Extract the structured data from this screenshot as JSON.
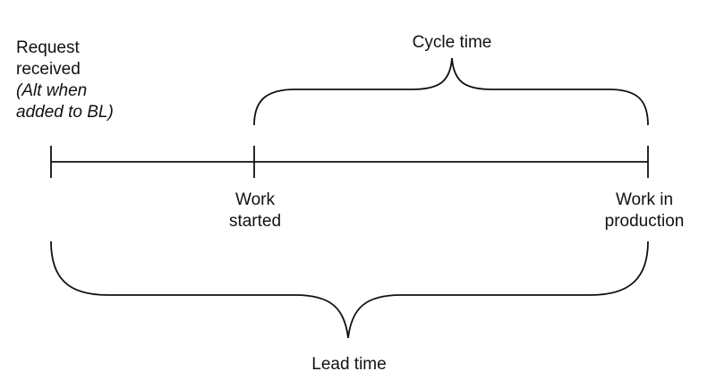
{
  "diagram": {
    "start_label": {
      "line1": "Request",
      "line2": "received",
      "note_line1": "(Alt when",
      "note_line2": "added to BL)"
    },
    "middle_label": {
      "line1": "Work",
      "line2": "started"
    },
    "end_label": {
      "line1": "Work in",
      "line2": "production"
    },
    "top_brace_label": "Cycle time",
    "bottom_brace_label": "Lead time"
  },
  "colors": {
    "line": "#111111",
    "text": "#111111",
    "background": "#ffffff"
  }
}
